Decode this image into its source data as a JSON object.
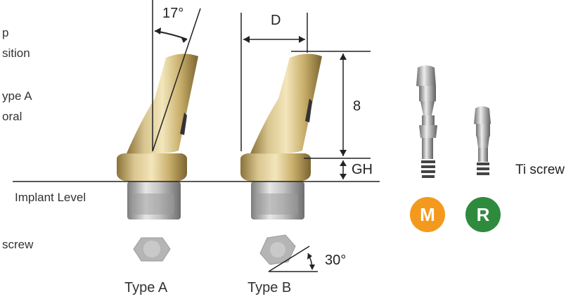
{
  "labels": {
    "left_top_1": "p",
    "left_top_2": "sition",
    "left_mid_1": "ype A",
    "left_mid_2": "oral",
    "implant_level": "Implant Level",
    "left_screw": "screw",
    "ti_screw": "Ti screw"
  },
  "dimensions": {
    "angle_top": "17°",
    "diameter": "D",
    "height": "8",
    "gingival_height": "GH",
    "angle_hex": "30°"
  },
  "types": {
    "type_a": "Type A",
    "type_b": "Type B"
  },
  "badges": {
    "m": {
      "label": "M",
      "color": "#F39A1E"
    },
    "r": {
      "label": "R",
      "color": "#2E8B3E"
    }
  }
}
